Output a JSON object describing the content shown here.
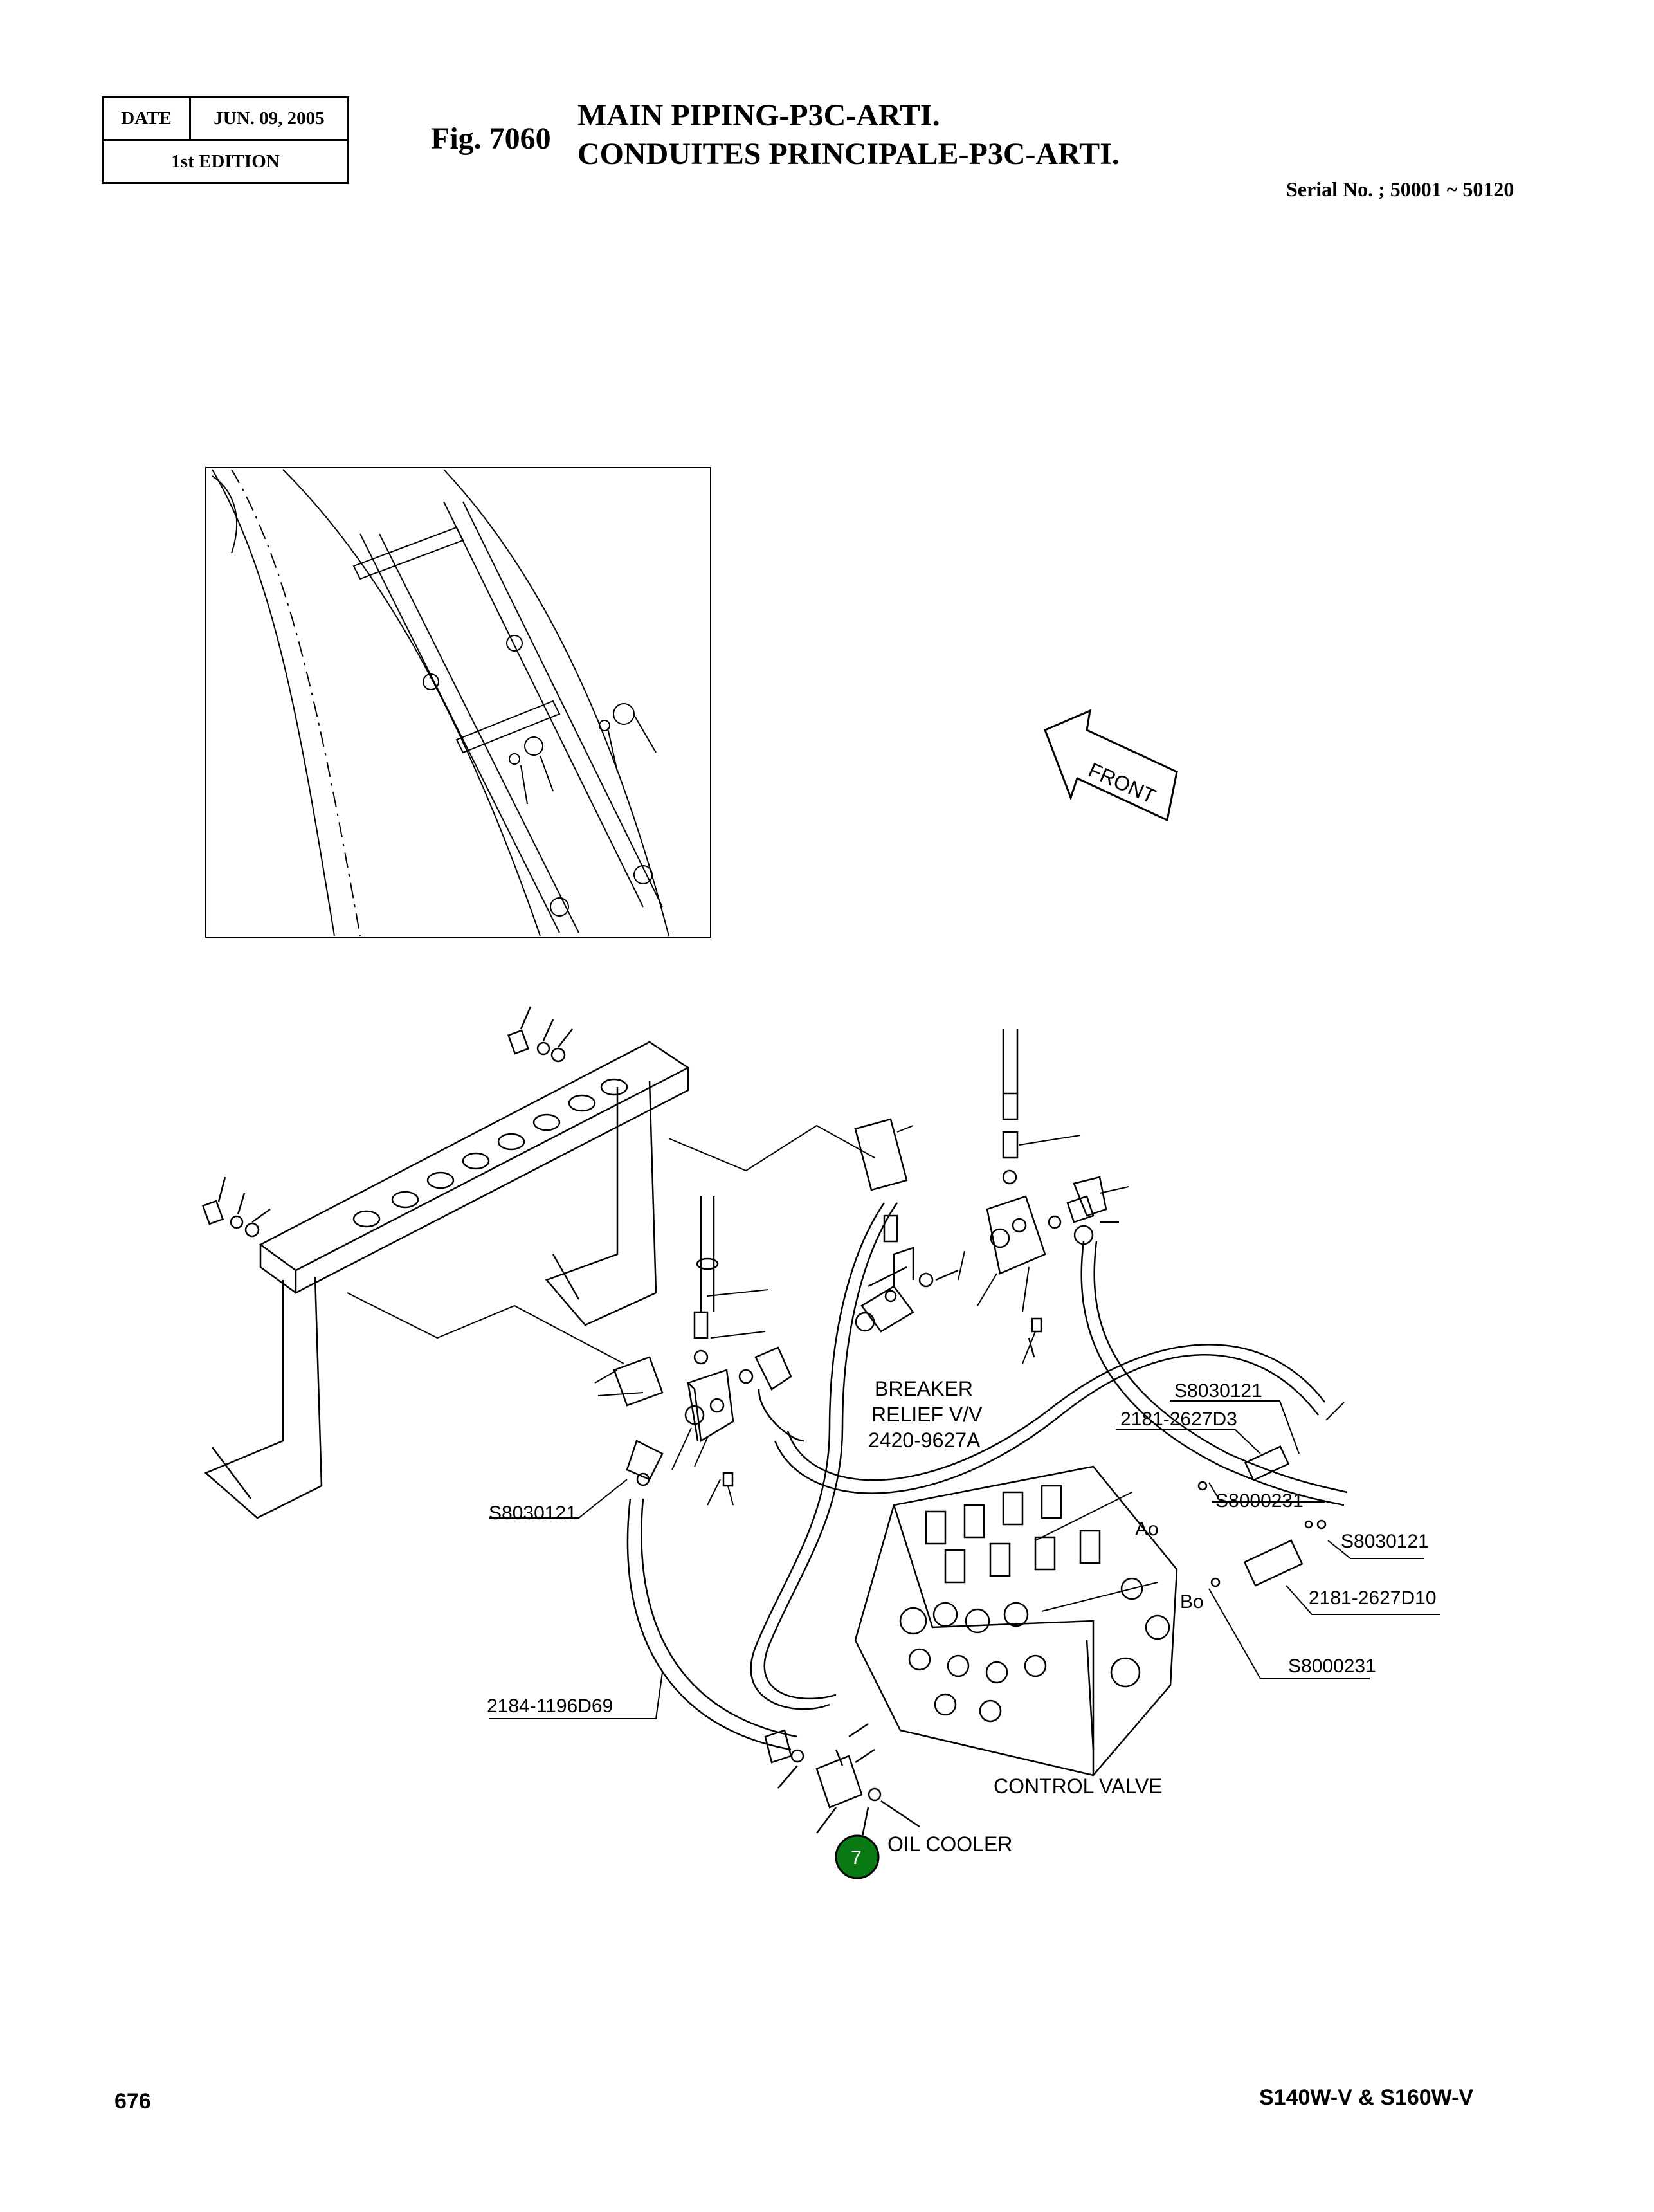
{
  "header": {
    "date_label": "DATE",
    "date_value": "JUN. 09, 2005",
    "edition": "1st EDITION"
  },
  "figure": {
    "number": "Fig. 7060",
    "title_en": "MAIN PIPING-P3C-ARTI.",
    "title_fr": "CONDUITES PRINCIPALE-P3C-ARTI.",
    "serial": "Serial No. ; 50001 ~ 50120"
  },
  "labels": {
    "front": "FRONT",
    "breaker_line1": "BREAKER",
    "breaker_line2": "RELIEF V/V",
    "breaker_part": "2420-9627A",
    "s8030121_a": "S8030121",
    "s8030121_b": "S8030121",
    "s8030121_c": "S8030121",
    "d3": "2181-2627D3",
    "s8000231_a": "S8000231",
    "s8000231_b": "S8000231",
    "d10": "2181-2627D10",
    "ao": "Ao",
    "bo": "Bo",
    "d69": "2184-1196D69",
    "control_valve": "CONTROL VALVE",
    "oil_cooler": "OIL COOLER",
    "ref_number": "7"
  },
  "colors": {
    "ref_badge": "#0a7a14"
  },
  "footer": {
    "page_number": "676",
    "model": "S140W-V & S160W-V"
  }
}
